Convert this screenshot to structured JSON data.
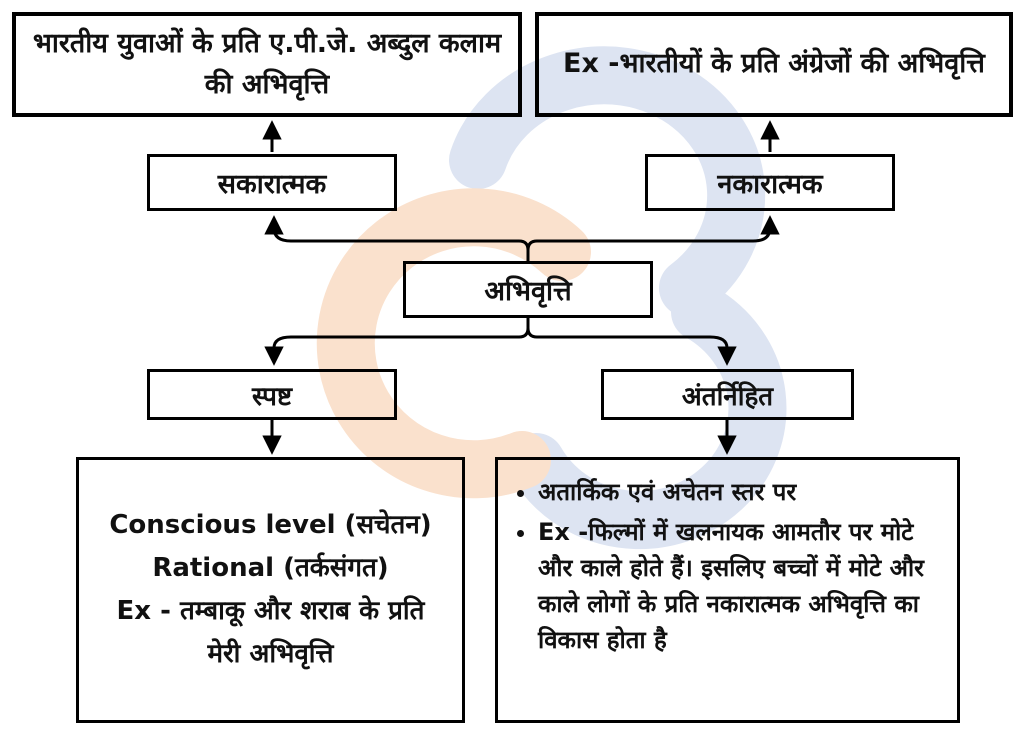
{
  "meta": {
    "background_color": "#ffffff",
    "line_color": "#000000",
    "text_color": "#111111"
  },
  "watermark": {
    "peach_color": "#fae1cd",
    "blue_color": "#dde4f2"
  },
  "boxes": {
    "top_left": "भारतीय युवाओं के प्रति ए.पी.जे. अब्दुल कलाम की अभिवृत्ति",
    "top_right": "Ex -भारतीयों के प्रति अंग्रेजों की अभिवृत्ति",
    "positive": "सकारात्मक",
    "negative": "नकारात्मक",
    "center": "अभिवृत्ति",
    "explicit": "स्पष्ट",
    "implicit": "अंतर्निहित"
  },
  "explicit_detail": {
    "lines": [
      "Conscious level (सचेतन)",
      "Rational (तर्कसंगत)",
      "Ex - तम्बाकू और शराब के प्रति",
      "मेरी अभिवृत्ति"
    ]
  },
  "implicit_detail": {
    "bullets": [
      "अतार्किक एवं अचेतन स्तर पर",
      "Ex -फिल्मों में खलनायक आमतौर पर मोटे और काले होते हैं। इसलिए बच्चों में मोटे और काले लोगों के प्रति नकारात्मक अभिवृत्ति का विकास होता है"
    ]
  }
}
